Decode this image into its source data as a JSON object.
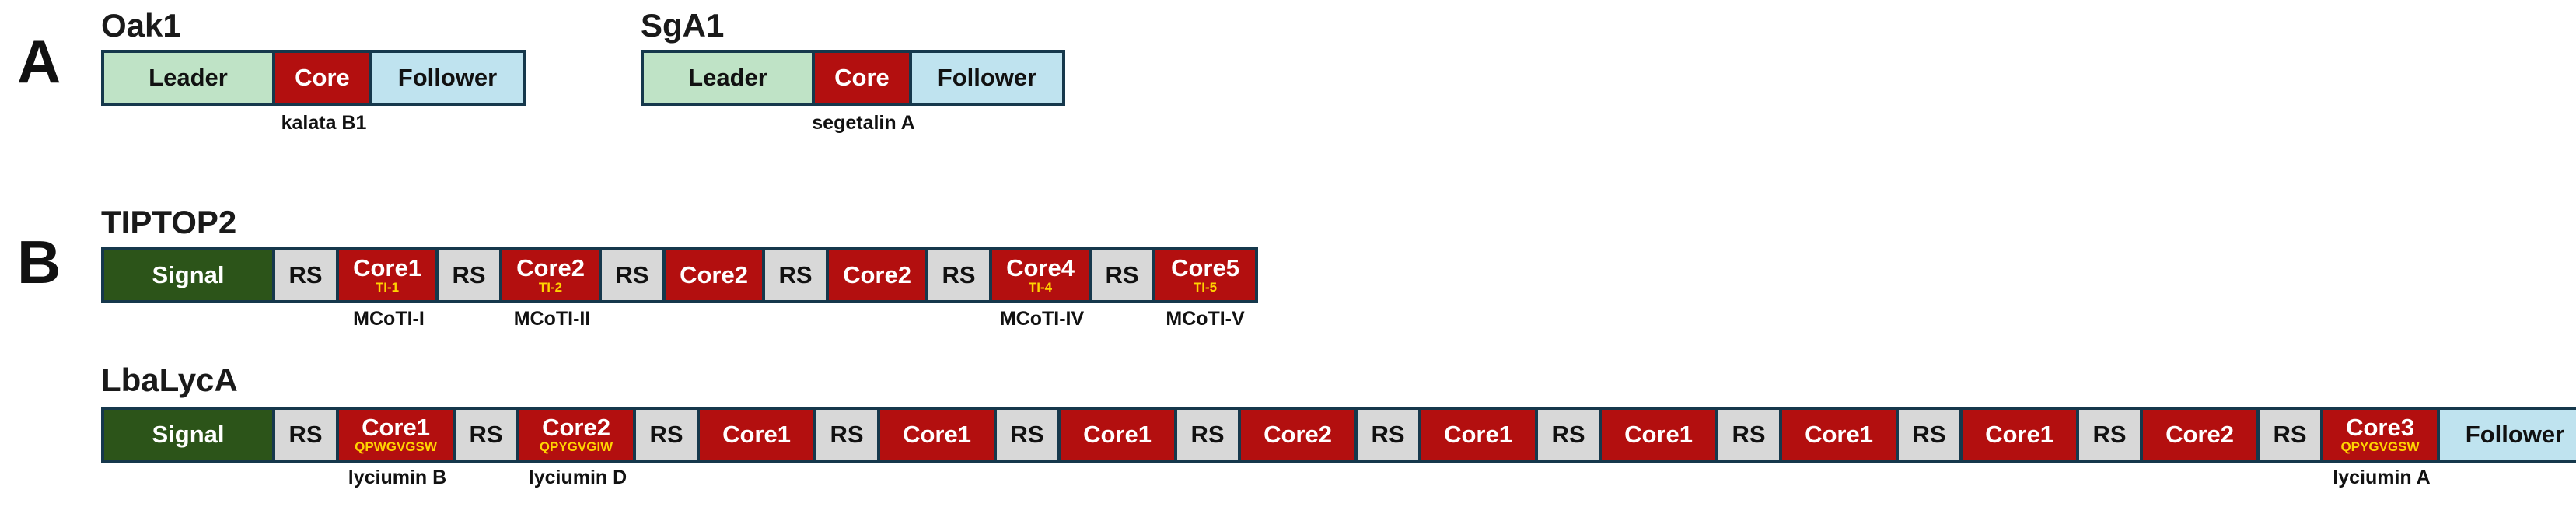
{
  "panels": {
    "a": {
      "label": "A",
      "oak1": {
        "title": "Oak1",
        "segments": [
          {
            "type": "leader",
            "label": "Leader",
            "sub": ""
          },
          {
            "type": "core",
            "label": "Core",
            "sub": ""
          },
          {
            "type": "follower",
            "label": "Follower",
            "sub": ""
          }
        ],
        "annotations": [
          {
            "seg": 1,
            "text": "kalata B1"
          }
        ]
      },
      "sga1": {
        "title": "SgA1",
        "segments": [
          {
            "type": "leader",
            "label": "Leader",
            "sub": ""
          },
          {
            "type": "core",
            "label": "Core",
            "sub": ""
          },
          {
            "type": "follower",
            "label": "Follower",
            "sub": ""
          }
        ],
        "annotations": [
          {
            "seg": 1,
            "text": "segetalin A"
          }
        ]
      }
    },
    "b": {
      "label": "B",
      "tiptop2": {
        "title": "TIPTOP2",
        "segments": [
          {
            "type": "signal",
            "label": "Signal",
            "sub": ""
          },
          {
            "type": "rs",
            "label": "RS",
            "sub": ""
          },
          {
            "type": "core",
            "label": "Core1",
            "sub": "TI-1"
          },
          {
            "type": "rs",
            "label": "RS",
            "sub": ""
          },
          {
            "type": "core",
            "label": "Core2",
            "sub": "TI-2"
          },
          {
            "type": "rs",
            "label": "RS",
            "sub": ""
          },
          {
            "type": "core",
            "label": "Core2",
            "sub": ""
          },
          {
            "type": "rs",
            "label": "RS",
            "sub": ""
          },
          {
            "type": "core",
            "label": "Core2",
            "sub": ""
          },
          {
            "type": "rs",
            "label": "RS",
            "sub": ""
          },
          {
            "type": "core",
            "label": "Core4",
            "sub": "TI-4"
          },
          {
            "type": "rs",
            "label": "RS",
            "sub": ""
          },
          {
            "type": "core",
            "label": "Core5",
            "sub": "TI-5"
          }
        ],
        "annotations": [
          {
            "seg": 2,
            "text": "MCoTI-I"
          },
          {
            "seg": 4,
            "text": "MCoTI-II"
          },
          {
            "seg": 10,
            "text": "MCoTI-IV"
          },
          {
            "seg": 12,
            "text": "MCoTI-V"
          }
        ]
      },
      "lbalyca": {
        "title": "LbaLycA",
        "segments": [
          {
            "type": "signal",
            "label": "Signal",
            "sub": ""
          },
          {
            "type": "rs",
            "label": "RS",
            "sub": ""
          },
          {
            "type": "core",
            "label": "Core1",
            "sub": "QPWGVGSW"
          },
          {
            "type": "rs",
            "label": "RS",
            "sub": ""
          },
          {
            "type": "core",
            "label": "Core2",
            "sub": "QPYGVGIW"
          },
          {
            "type": "rs",
            "label": "RS",
            "sub": ""
          },
          {
            "type": "core",
            "label": "Core1",
            "sub": ""
          },
          {
            "type": "rs",
            "label": "RS",
            "sub": ""
          },
          {
            "type": "core",
            "label": "Core1",
            "sub": ""
          },
          {
            "type": "rs",
            "label": "RS",
            "sub": ""
          },
          {
            "type": "core",
            "label": "Core1",
            "sub": ""
          },
          {
            "type": "rs",
            "label": "RS",
            "sub": ""
          },
          {
            "type": "core",
            "label": "Core2",
            "sub": ""
          },
          {
            "type": "rs",
            "label": "RS",
            "sub": ""
          },
          {
            "type": "core",
            "label": "Core1",
            "sub": ""
          },
          {
            "type": "rs",
            "label": "RS",
            "sub": ""
          },
          {
            "type": "core",
            "label": "Core1",
            "sub": ""
          },
          {
            "type": "rs",
            "label": "RS",
            "sub": ""
          },
          {
            "type": "core",
            "label": "Core1",
            "sub": ""
          },
          {
            "type": "rs",
            "label": "RS",
            "sub": ""
          },
          {
            "type": "core",
            "label": "Core1",
            "sub": ""
          },
          {
            "type": "rs",
            "label": "RS",
            "sub": ""
          },
          {
            "type": "core",
            "label": "Core2",
            "sub": ""
          },
          {
            "type": "rs",
            "label": "RS",
            "sub": ""
          },
          {
            "type": "core",
            "label": "Core3",
            "sub": "QPYGVGSW"
          },
          {
            "type": "follower",
            "label": "Follower",
            "sub": ""
          }
        ],
        "annotations": [
          {
            "seg": 2,
            "text": "lyciumin B"
          },
          {
            "seg": 4,
            "text": "lyciumin D"
          },
          {
            "seg": 24,
            "text": "lyciumin A"
          }
        ]
      }
    }
  },
  "colors": {
    "leader": "#bfe3c6",
    "core": "#b30f0f",
    "follower": "#bfe3ef",
    "signal": "#2c5419",
    "rs": "#d8d8d8",
    "border": "#16384c",
    "sublabel": "#ffd400"
  }
}
